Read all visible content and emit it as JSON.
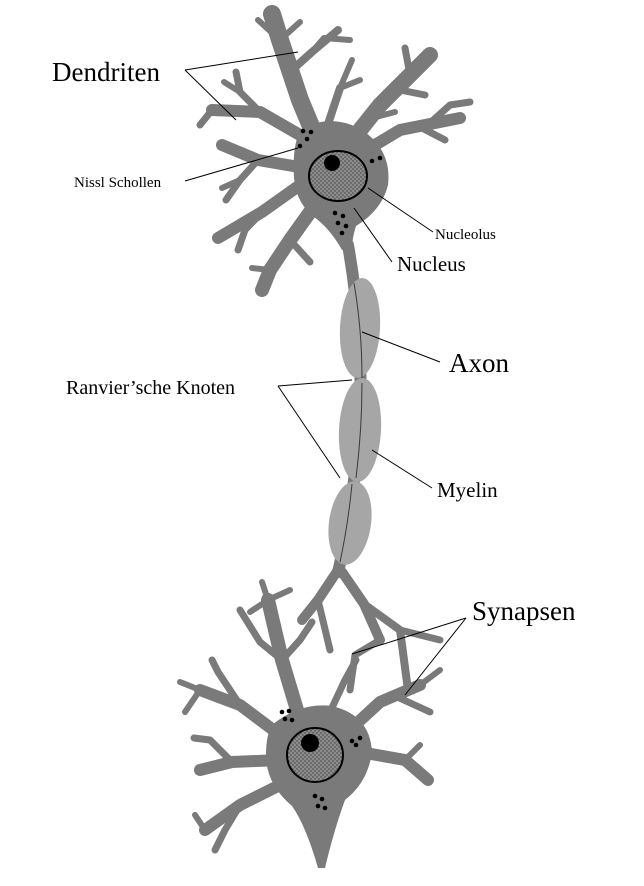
{
  "labels": {
    "dendrites": "Dendriten",
    "nissl": "Nissl Schollen",
    "nucleolus": "Nucleolus",
    "nucleus": "Nucleus",
    "axon": "Axon",
    "ranvier": "Ranvier’sche Knoten",
    "myelin": "Myelin",
    "synapses": "Synapsen"
  },
  "colors": {
    "cell": "#7a7a7a",
    "myelin": "#a6a6a6",
    "nucleus_fill": "#8c8c8c",
    "ink": "#000000",
    "background": "#ffffff"
  }
}
